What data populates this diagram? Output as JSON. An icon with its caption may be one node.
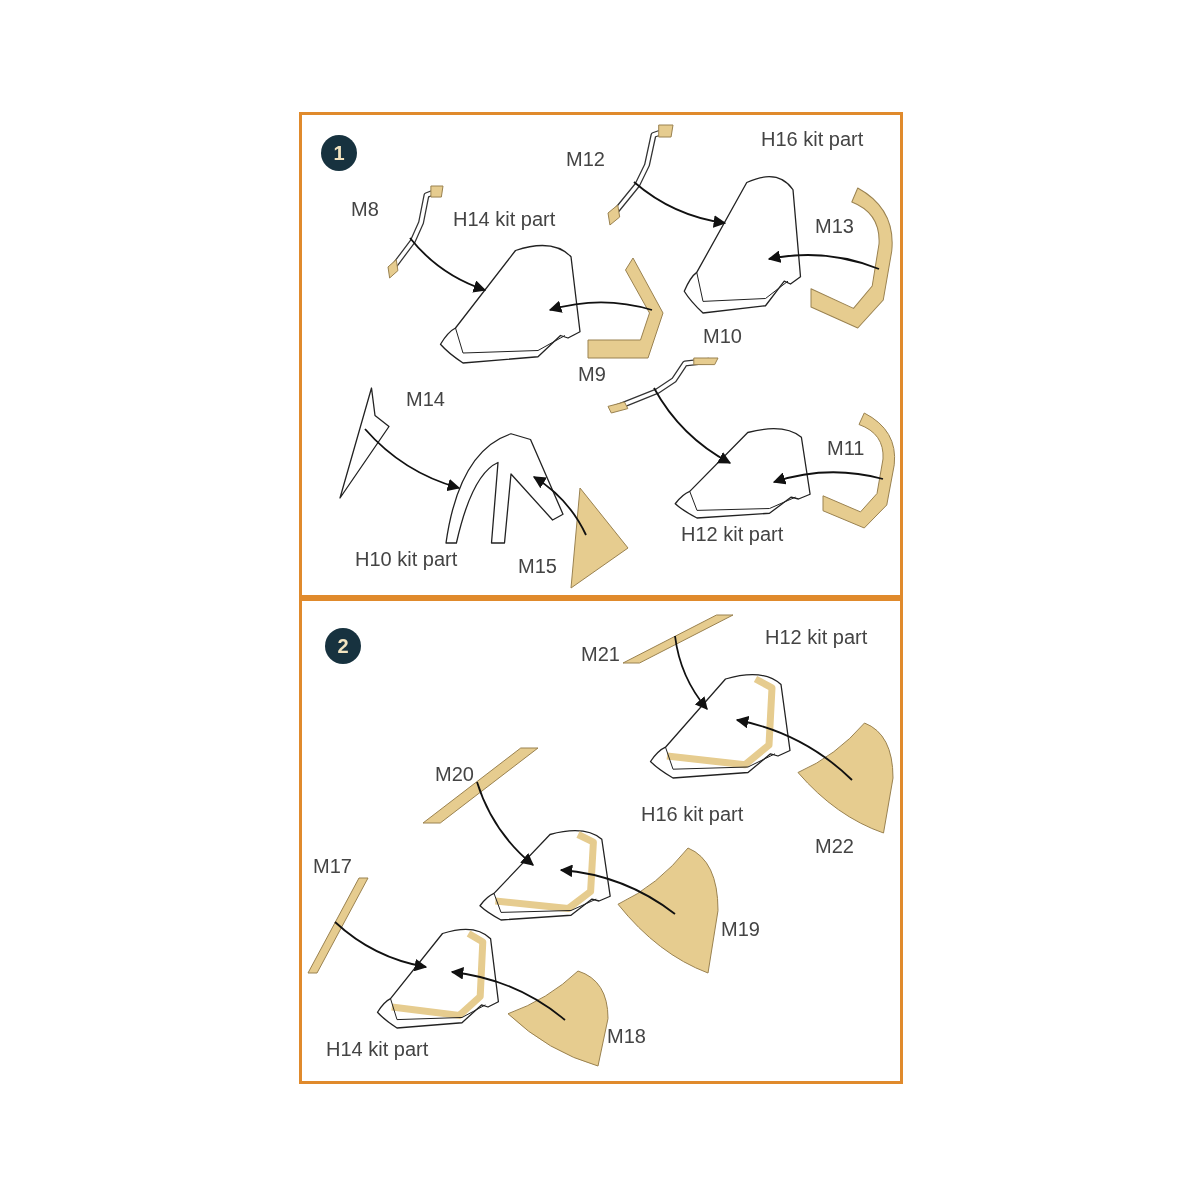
{
  "diagram": {
    "nodes": [
      {
        "text": [
          "1"
        ]
      },
      {
        "text": [],
        "shape": "picture",
        "beside": [
          "M8"
        ],
        "in": 0
      },
      {
        "text": [],
        "shape": "picture",
        "beside": [
          "H14 kit part"
        ],
        "in": 0
      },
      {
        "text": [],
        "shape": "picture",
        "beside": [
          "M9"
        ],
        "in": 0
      },
      {
        "text": [],
        "shape": "picture",
        "beside": [
          "M12"
        ],
        "in": 0
      },
      {
        "text": [],
        "shape": "picture",
        "beside": [
          "H16 kit part"
        ],
        "in": 0
      },
      {
        "text": [],
        "shape": "picture",
        "beside": [
          "M13"
        ],
        "in": 0
      },
      {
        "text": [],
        "shape": "picture",
        "beside": [
          "M14"
        ],
        "in": 0
      },
      {
        "text": [],
        "shape": "picture",
        "beside": [
          "H10 kit part"
        ],
        "in": 0
      },
      {
        "text": [],
        "shape": "picture",
        "beside": [
          "M15"
        ],
        "in": 0
      },
      {
        "text": [],
        "shape": "picture",
        "beside": [
          "M10"
        ],
        "in": 0
      },
      {
        "text": [],
        "shape": "picture",
        "beside": [
          "H12 kit part"
        ],
        "in": 0
      },
      {
        "text": [],
        "shape": "picture",
        "beside": [
          "M11"
        ],
        "in": 0
      },
      {
        "text": [
          "2"
        ]
      },
      {
        "text": [],
        "shape": "picture",
        "beside": [
          "M21"
        ],
        "in": 13
      },
      {
        "text": [],
        "shape": "picture",
        "beside": [
          "H12 kit part"
        ],
        "in": 13
      },
      {
        "text": [],
        "shape": "picture",
        "beside": [
          "M22"
        ],
        "in": 13
      },
      {
        "text": [],
        "shape": "picture",
        "beside": [
          "M20"
        ],
        "in": 13
      },
      {
        "text": [],
        "shape": "picture",
        "beside": [
          "H16 kit part"
        ],
        "in": 13
      },
      {
        "text": [],
        "shape": "picture",
        "beside": [
          "M19"
        ],
        "in": 13
      },
      {
        "text": [],
        "shape": "picture",
        "beside": [
          "M17"
        ],
        "in": 13
      },
      {
        "text": [],
        "shape": "picture",
        "beside": [
          "H14 kit part"
        ],
        "in": 13
      },
      {
        "text": [],
        "shape": "picture",
        "beside": [
          "M18"
        ],
        "in": 13
      }
    ],
    "edges": [
      {
        "from": 1,
        "to": 2,
        "arrow": "to"
      },
      {
        "from": 3,
        "to": 2,
        "arrow": "to"
      },
      {
        "from": 4,
        "to": 5,
        "arrow": "to"
      },
      {
        "from": 6,
        "to": 5,
        "arrow": "to"
      },
      {
        "from": 7,
        "to": 8,
        "arrow": "to"
      },
      {
        "from": 9,
        "to": 8,
        "arrow": "to"
      },
      {
        "from": 10,
        "to": 11,
        "arrow": "to"
      },
      {
        "from": 12,
        "to": 11,
        "arrow": "to"
      },
      {
        "from": 14,
        "to": 15,
        "arrow": "to"
      },
      {
        "from": 16,
        "to": 15,
        "arrow": "to"
      },
      {
        "from": 17,
        "to": 18,
        "arrow": "to"
      },
      {
        "from": 19,
        "to": 18,
        "arrow": "to"
      },
      {
        "from": 20,
        "to": 21,
        "arrow": "to"
      },
      {
        "from": 22,
        "to": 21,
        "arrow": "to"
      }
    ]
  }
}
